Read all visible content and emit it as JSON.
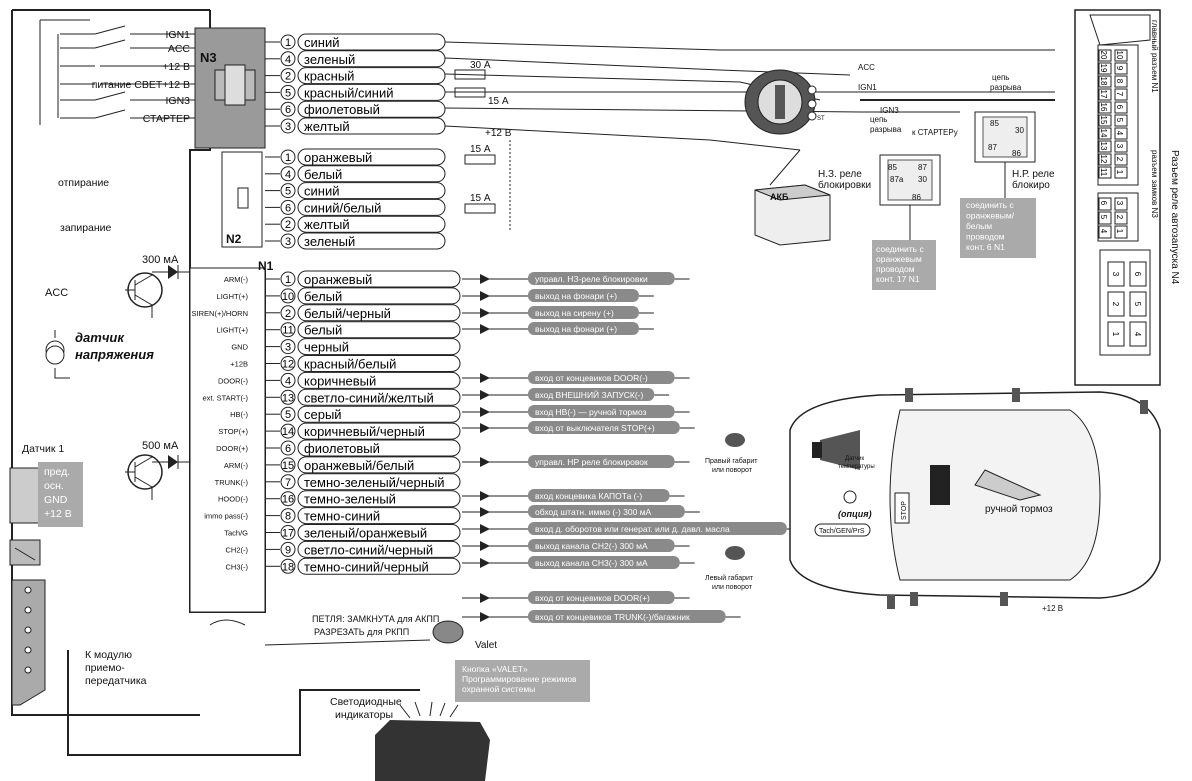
{
  "n3": {
    "label": "N3",
    "left_labels": [
      "IGN1",
      "ACC",
      "+12 В",
      "питание СВЕТ+12 В",
      "IGN3",
      "СТАРТЕР"
    ],
    "pins": [
      "1",
      "4",
      "2",
      "5",
      "6",
      "3"
    ],
    "wires": [
      "синий",
      "зеленый",
      "красный",
      "красный/синий",
      "фиолетовый",
      "желтый"
    ],
    "fuses": [
      "30 А",
      "15 А"
    ]
  },
  "n2": {
    "label": "N2",
    "pins": [
      "1",
      "4",
      "5",
      "6",
      "2",
      "3"
    ],
    "wires": [
      "оранжевый",
      "белый",
      "синий",
      "синий/белый",
      "желтый",
      "зеленый"
    ],
    "plus12": "+12 В",
    "fuses": [
      "15 А",
      "15 А"
    ],
    "unlock": "отпирание",
    "lock": "запирание"
  },
  "n1": {
    "label": "N1",
    "functions": [
      "ARM(-)",
      "LIGHT(+)",
      "SIREN(+)/HORN",
      "LIGHT(+)",
      "GND",
      "+12В",
      "DOOR(-)",
      "ext. START(-)",
      "HB(-)",
      "STOP(+)",
      "DOOR(+)",
      "ARM(-)",
      "TRUNK(-)",
      "HOOD(-)",
      "immo pass(-)",
      "Tach/G",
      "CH2(-)",
      "CH3(-)"
    ],
    "pins": [
      "1",
      "10",
      "2",
      "11",
      "3",
      "12",
      "4",
      "13",
      "5",
      "14",
      "6",
      "15",
      "7",
      "16",
      "8",
      "17",
      "9",
      "18"
    ],
    "wires": [
      "оранжевый",
      "белый",
      "белый/черный",
      "белый",
      "черный",
      "красный/белый",
      "коричневый",
      "светло-синий/желтый",
      "серый",
      "коричневый/черный",
      "фиолетовый",
      "оранжевый/белый",
      "темно-зеленый/черный",
      "темно-зеленый",
      "темно-синий",
      "зеленый/оранжевый",
      "светло-синий/черный",
      "темно-синий/черный"
    ]
  },
  "tags": [
    "управл. НЗ-реле блокировки",
    "выход на фонари (+)",
    "выход на сирену (+)",
    "выход на фонари (+)",
    "вход от концевиков DOOR(-)",
    "вход ВНЕШНИЙ ЗАПУСК(-)",
    "вход HB(-) — ручной тормоз",
    "вход от выключателя STOP(+)",
    "управл. НР реле блокировок",
    "вход концевика КАПОТа (-)",
    "обход штатн. иммо (-) 300 мА",
    "вход д. оборотов или генерат. или д. давл. масла",
    "выход канала CH2(-) 300 мА",
    "выход канала CH3(-)  300 мА",
    "вход от концевиков DOOR(+)",
    "вход от концевиков TRUNK(-)/багажник"
  ],
  "left": {
    "acc": "ACC",
    "ma300": "300 мА",
    "ma500": "500 мА",
    "sensor_title": "датчик",
    "sensor_title2": "напряжения",
    "sensor1": "Датчик 1",
    "sensor_pins": [
      "пред.",
      "осн.",
      "GND",
      "+12 В"
    ],
    "module": [
      "К модулю",
      "приемо-",
      "передатчика"
    ]
  },
  "ignition": {
    "acc": "ACC",
    "ign1": "IGN1",
    "ign3": "IGN3",
    "st": "ST"
  },
  "relays": {
    "nc_title": [
      "Н.З. реле",
      "блокировки"
    ],
    "no_title": [
      "Н.Р. реле",
      "блокиро"
    ],
    "break1": [
      "цепь",
      "разрыва"
    ],
    "break2": [
      "цепь",
      "разрыва"
    ],
    "to_starter": "к СТАРТЕРу",
    "nc_pins": [
      "85",
      "87а",
      "86",
      "87",
      "30"
    ],
    "no_pins": [
      "85",
      "30",
      "87",
      "86"
    ],
    "note1": [
      "соединить с",
      "оранжевым",
      "проводом",
      "конт. 17 N1"
    ],
    "note2": [
      "соединить с",
      "оранжевым/",
      "белым",
      "проводом",
      "конт. 6 N1"
    ]
  },
  "battery": "АКБ",
  "car": {
    "right_light": [
      "Правый габарит",
      "или поворот"
    ],
    "left_light": [
      "Левый габарит",
      "или поворот"
    ],
    "temp": [
      "Датчик",
      "температуры"
    ],
    "option": "(опция)",
    "handbrake": "ручной тормоз",
    "tach": "Tach/GEN/PrS",
    "stop": "STOP",
    "plus12": "+12 В"
  },
  "bottom": {
    "loop1": "ПЕТЛЯ: ЗАМКНУТА для АКПП",
    "loop2": "РАЗРЕЗАТЬ для РКПП",
    "valet": "Valet",
    "valet_note": [
      "Кнопка «VALET»",
      "Программирование режимов",
      "охранной системы"
    ],
    "leds": [
      "Светодиодные",
      "индикаторы"
    ]
  },
  "right_connector": {
    "top_rows": [
      [
        "20",
        "10"
      ],
      [
        "19",
        "9"
      ],
      [
        "18",
        "8"
      ],
      [
        "17",
        "7"
      ],
      [
        "16",
        "6"
      ],
      [
        "15",
        "5"
      ],
      [
        "14",
        "4"
      ],
      [
        "13",
        "3"
      ],
      [
        "12",
        "2"
      ],
      [
        "11",
        "1"
      ]
    ],
    "mid_rows": [
      [
        "6",
        "3"
      ],
      [
        "5",
        "2"
      ],
      [
        "4",
        "1"
      ]
    ],
    "relay_pins": [
      "3",
      "6",
      "2",
      "5",
      "1",
      "4"
    ],
    "label_main": "главный разъем N1",
    "label_locks": "разъем замков N3",
    "label_relay": "Разъем реле автозапуска N4"
  }
}
